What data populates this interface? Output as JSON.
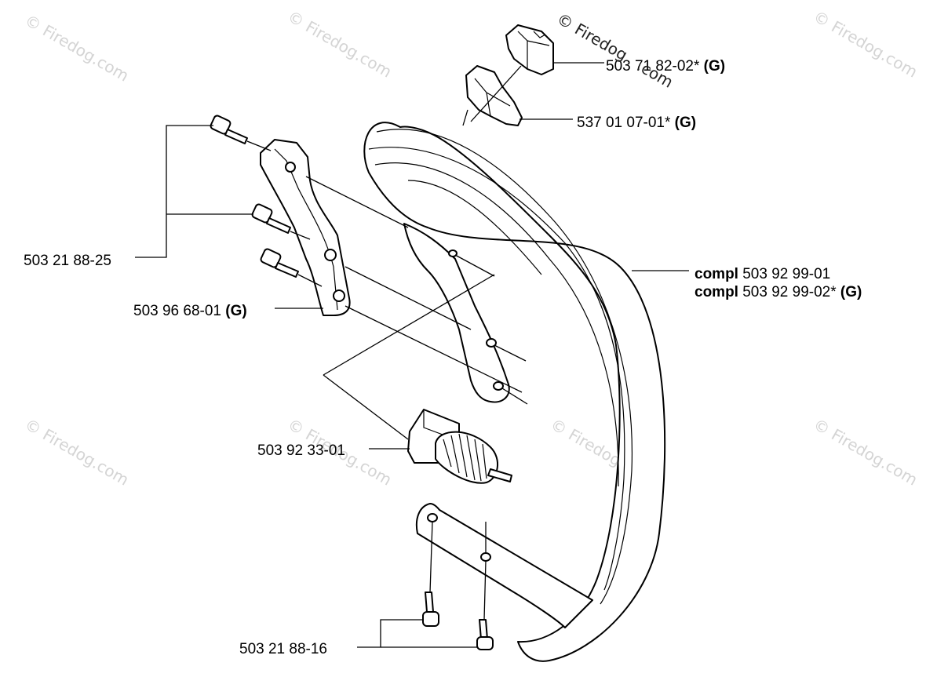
{
  "watermarks": {
    "brand": "© Firedog.com",
    "prominent_line1": "© Firedog",
    "prominent_line2": ".com"
  },
  "labels": {
    "part_503_71_82_02": {
      "number": "503 71 82-02*",
      "suffix": "(G)"
    },
    "part_537_01_07_01": {
      "number": "537 01 07-01*",
      "suffix": "(G)"
    },
    "part_503_21_88_25": {
      "number": "503 21 88-25"
    },
    "part_503_96_68_01": {
      "number": "503 96 68-01",
      "suffix": "(G)"
    },
    "part_handle_compl_1": {
      "prefix": "compl",
      "number": "503 92 99-01"
    },
    "part_handle_compl_2": {
      "prefix": "compl",
      "number": "503 92 99-02*",
      "suffix": "(G)"
    },
    "part_503_92_33_01": {
      "number": "503 92 33-01"
    },
    "part_503_21_88_16": {
      "number": "503 21 88-16"
    }
  }
}
